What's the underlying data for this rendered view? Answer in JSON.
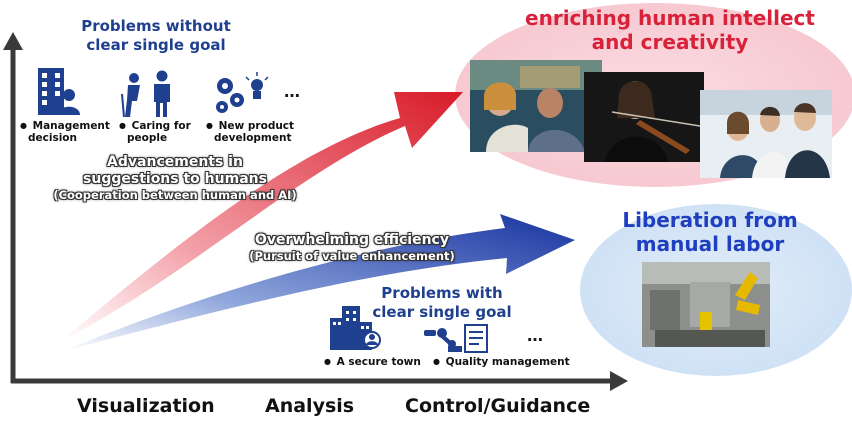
{
  "top_left": {
    "title_line1": "Problems without",
    "title_line2": "clear single goal",
    "items": [
      {
        "label_line1": "Management",
        "label_line2": "decision"
      },
      {
        "label_line1": "Caring for",
        "label_line2": "people"
      },
      {
        "label_line1": "New product",
        "label_line2": "development"
      }
    ],
    "ellipsis": "…"
  },
  "red_arrow": {
    "label_line1": "Advancements in",
    "label_line2": "suggestions to humans",
    "label_line3": "(Cooperation between human and AI)"
  },
  "blue_arrow": {
    "label_line1": "Overwhelming efficiency",
    "label_line2": "(Pursuit of value enhancement)"
  },
  "bottom_mid": {
    "title_line1": "Problems with",
    "title_line2": "clear single goal",
    "items": [
      {
        "label": "A secure town"
      },
      {
        "label": "Quality management"
      }
    ],
    "ellipsis": "…"
  },
  "top_right": {
    "title_line1": "enriching human intellect",
    "title_line2": "and creativity"
  },
  "mid_right": {
    "title_line1": "Liberation from",
    "title_line2": "manual labor"
  },
  "x_axis": {
    "labels": [
      "Visualization",
      "Analysis",
      "Control/Guidance"
    ]
  },
  "colors": {
    "red_title": "#d9213a",
    "blue_title": "#1f3f8f",
    "red_arrow": "#d91e2a",
    "blue_arrow": "#1f3fa3",
    "pink_ellipse": "#f9d6dc",
    "blue_ellipse": "#d9e8f8"
  }
}
